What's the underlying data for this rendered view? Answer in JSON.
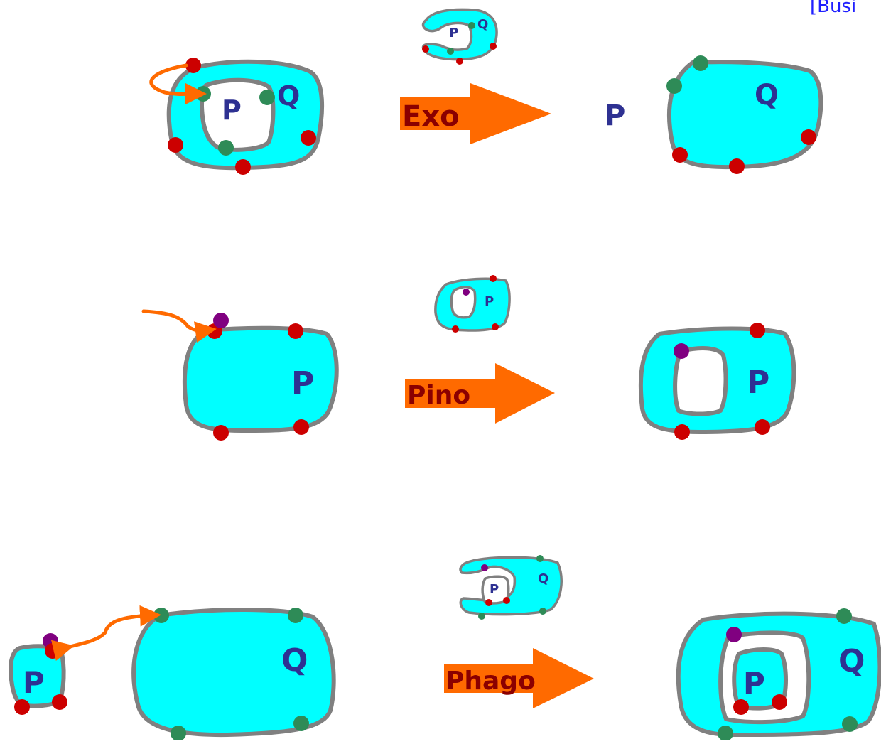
{
  "citation": "[Busi",
  "labels": {
    "p": "P",
    "q": "Q"
  },
  "reactions": [
    {
      "id": "exo",
      "name": "Exo"
    },
    {
      "id": "pino",
      "name": "Pino"
    },
    {
      "id": "phago",
      "name": "Phago"
    }
  ],
  "colors": {
    "membrane_fill": "#00ffff",
    "membrane_stroke": "#808080",
    "site_red": "#cc0000",
    "site_green": "#2e8b57",
    "site_purple": "#800080",
    "arrow_orange": "#ff6a00",
    "label_blue": "#2e3192",
    "arrow_text": "#8b0000",
    "citation_blue": "#2020ff"
  }
}
